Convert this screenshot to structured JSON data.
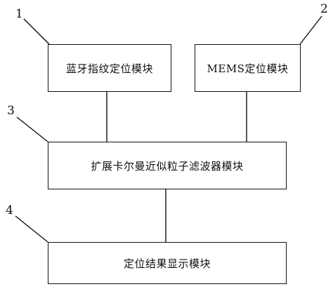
{
  "diagram": {
    "modules": [
      {
        "ref": "1",
        "label": "蓝牙指纹定位模块"
      },
      {
        "ref": "2",
        "label": "MEMS定位模块"
      },
      {
        "ref": "3",
        "label": "扩展卡尔曼近似粒子滤波器模块"
      },
      {
        "ref": "4",
        "label": "定位结果显示模块"
      }
    ],
    "connections": [
      {
        "from": "1",
        "to": "3"
      },
      {
        "from": "2",
        "to": "3"
      },
      {
        "from": "3",
        "to": "4"
      }
    ],
    "colors": {
      "stroke": "#111111",
      "background": "#ffffff"
    }
  }
}
